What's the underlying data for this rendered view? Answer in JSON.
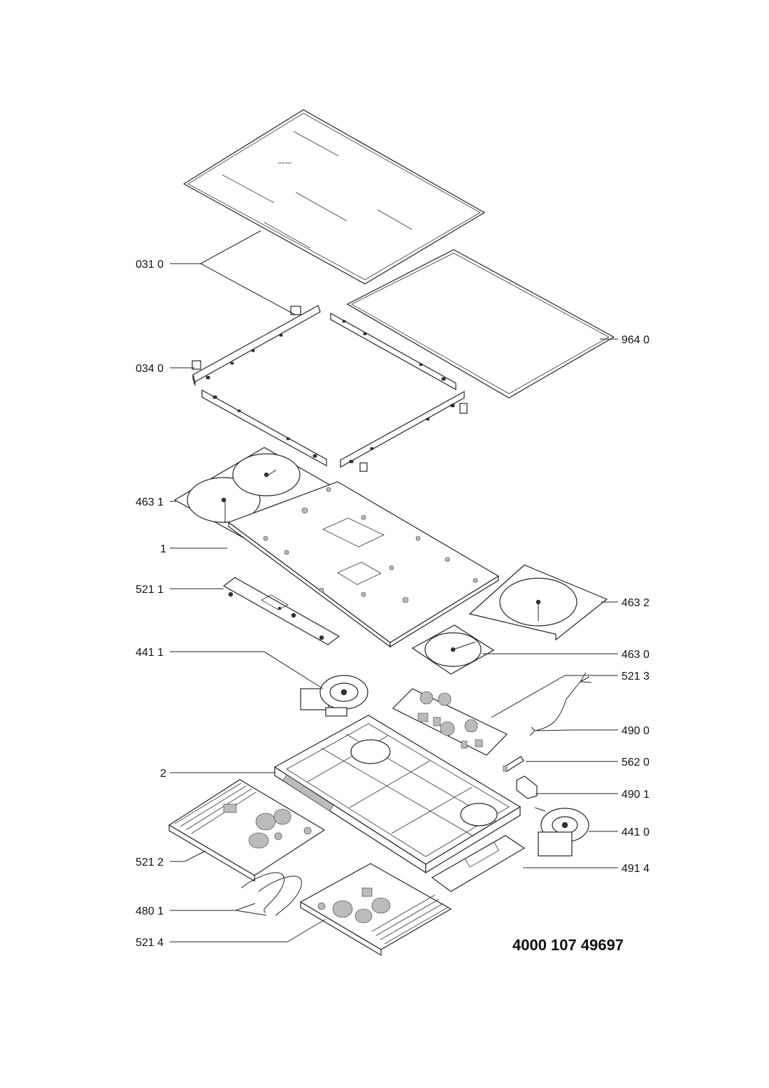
{
  "labels": {
    "l0310": "031 0",
    "l0340": "034 0",
    "l9640": "964 0",
    "l4631": "463 1",
    "l1": "1",
    "l5211": "521 1",
    "l4632": "463 2",
    "l4630": "463 0",
    "l4411": "441 1",
    "l5213": "521 3",
    "l4900": "490 0",
    "l5620": "562 0",
    "l2": "2",
    "l4901": "490 1",
    "l4410": "441 0",
    "l5212": "521 2",
    "l4914": "491 4",
    "l4801": "480 1",
    "l5214": "521 4"
  },
  "part_code": "4000 107 49697"
}
